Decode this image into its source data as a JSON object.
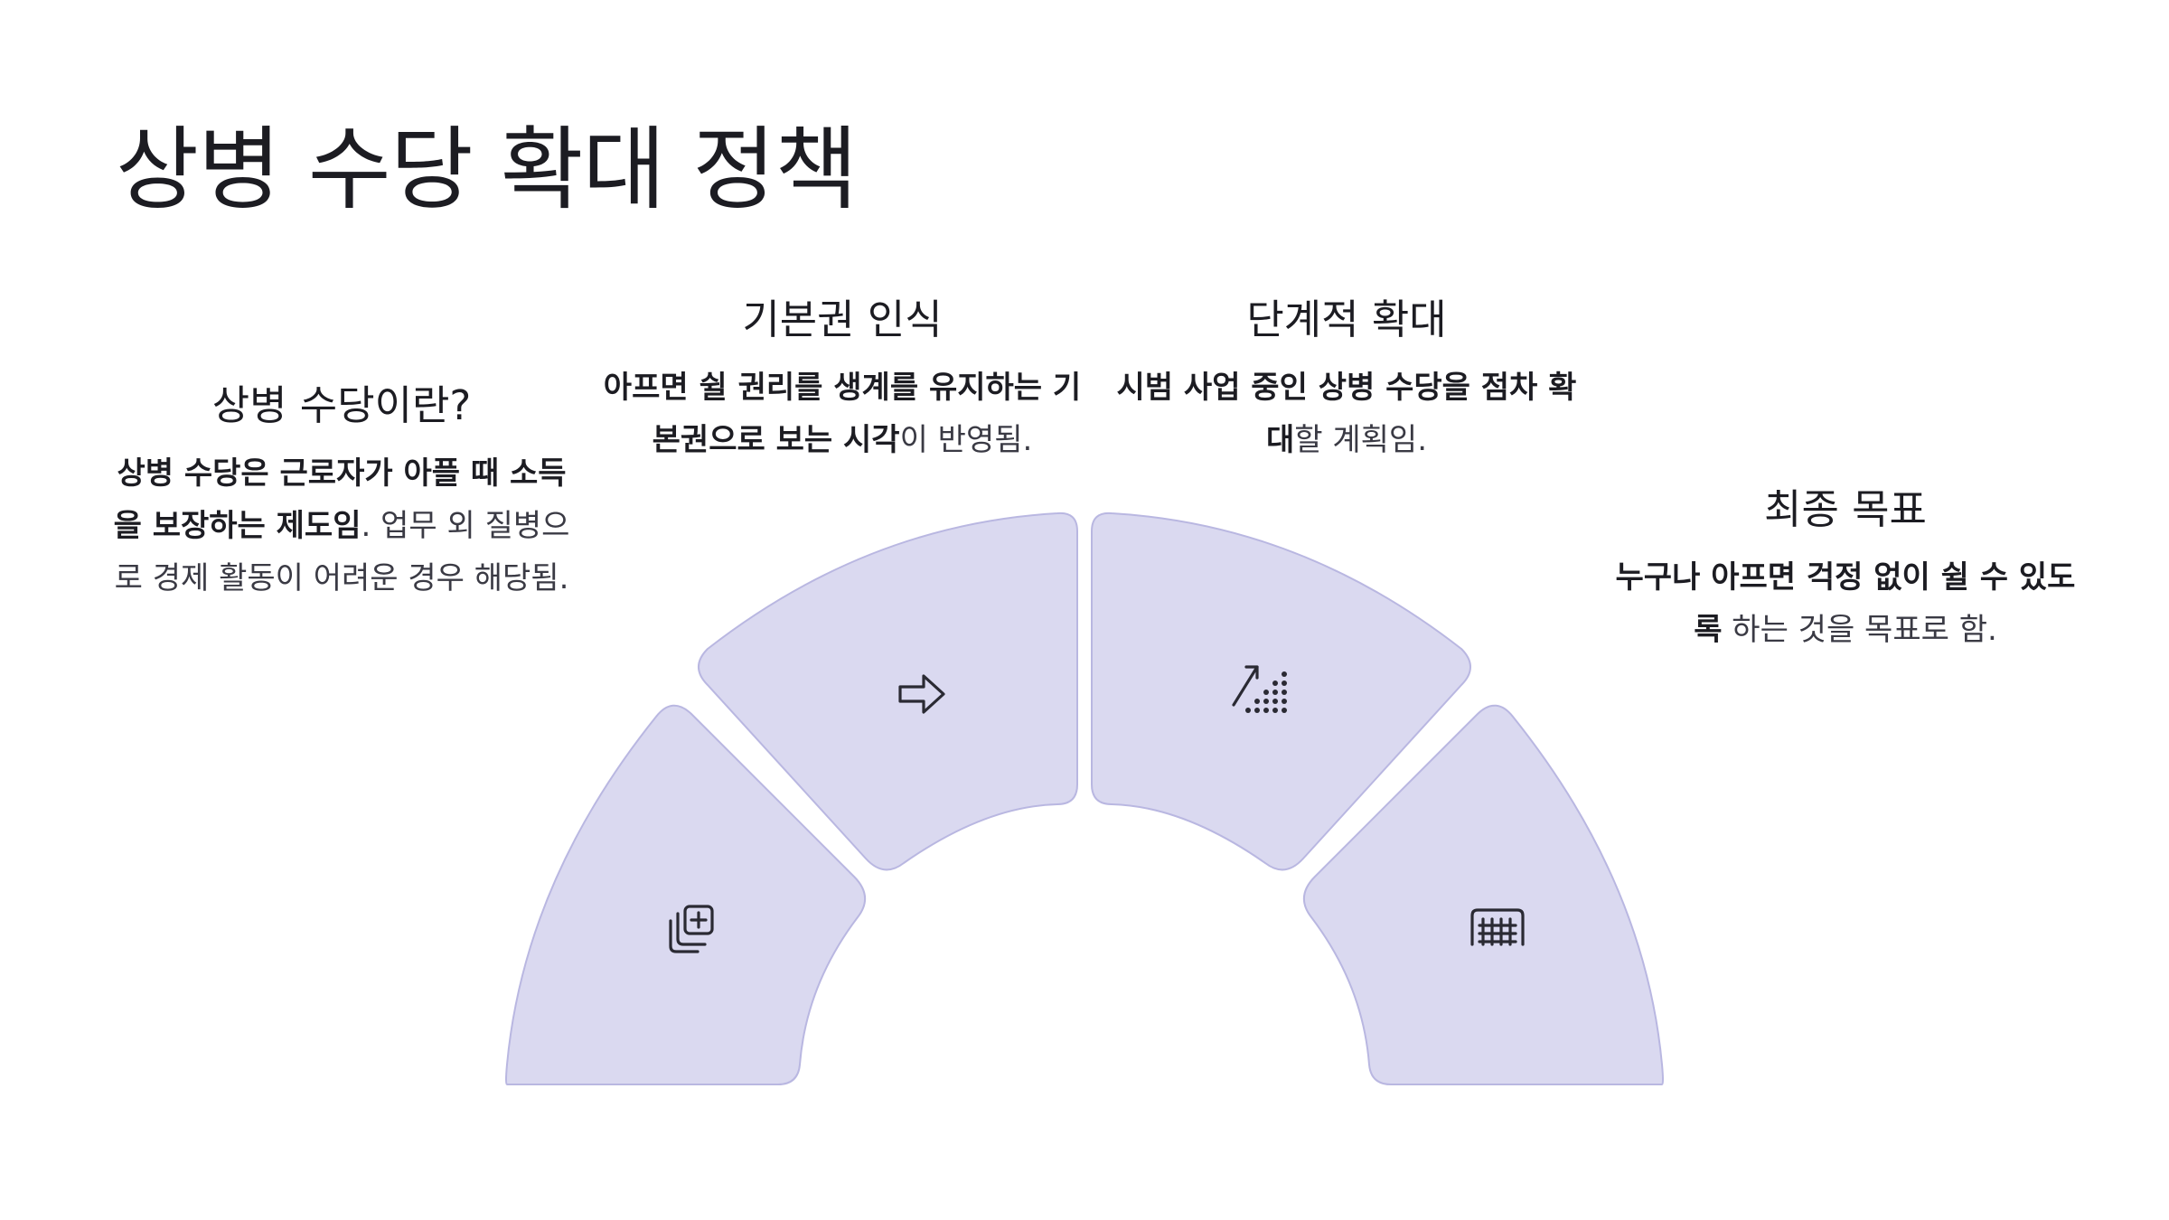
{
  "title": "상병 수당 확대 정책",
  "blocks": [
    {
      "heading": "상병 수당이란?",
      "bold": "상병 수당은 근로자가 아플 때 소득을 보장하는 제도임",
      "rest": ". 업무 외 질병으로 경제 활동이 어려운 경우 해당됨.",
      "icon": "medical-copy-icon"
    },
    {
      "heading": "기본권 인식",
      "bold": "아프면 쉴 권리를 생계를 유지하는 기본권으로 보는 시각",
      "rest": "이 반영됨.",
      "icon": "arrow-right-icon"
    },
    {
      "heading": "단계적 확대",
      "bold": "시범 사업 중인 상병 수당을 점차 확대",
      "rest": "할 계획임.",
      "icon": "growth-dots-icon"
    },
    {
      "heading": "최종 목표",
      "bold": "누구나 아프면 걱정 없이 쉴 수 있도록",
      "rest": " 하는 것을 목표로 함.",
      "icon": "grid-icon"
    }
  ],
  "colors": {
    "segment_fill": "#dad9f0",
    "segment_stroke": "#b9b7e1",
    "text": "#1c1c22"
  }
}
